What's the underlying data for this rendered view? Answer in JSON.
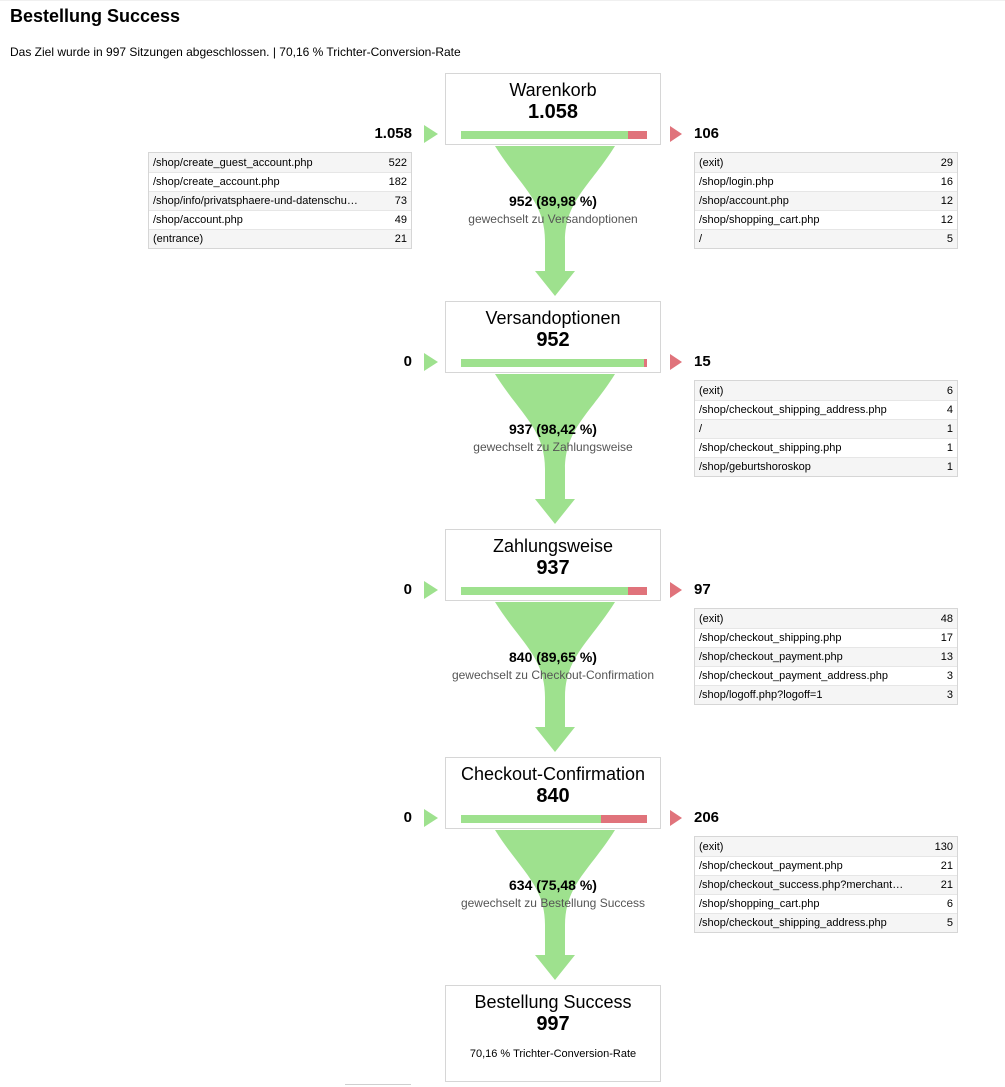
{
  "header": {
    "title": "Bestellung Success",
    "summary": "Das Ziel wurde in 997 Sitzungen abgeschlossen. | 70,16 % Trichter-Conversion-Rate"
  },
  "steps": [
    {
      "name": "Warenkorb",
      "count": "1.058",
      "entrances": "1.058",
      "exits": "106",
      "continue_fraction": 0.8998,
      "conversion": "952 (89,98 %)",
      "conversion_label": "gewechselt zu Versandoptionen",
      "entrance_sources": [
        {
          "path": "/shop/create_guest_account.php",
          "value": "522"
        },
        {
          "path": "/shop/create_account.php",
          "value": "182"
        },
        {
          "path": "/shop/info/privatsphaere-und-datenschu…",
          "value": "73"
        },
        {
          "path": "/shop/account.php",
          "value": "49"
        },
        {
          "path": "(entrance)",
          "value": "21"
        }
      ],
      "exit_destinations": [
        {
          "path": "(exit)",
          "value": "29"
        },
        {
          "path": "/shop/login.php",
          "value": "16"
        },
        {
          "path": "/shop/account.php",
          "value": "12"
        },
        {
          "path": "/shop/shopping_cart.php",
          "value": "12"
        },
        {
          "path": "/",
          "value": "5"
        }
      ]
    },
    {
      "name": "Versandoptionen",
      "count": "952",
      "entrances": "0",
      "exits": "15",
      "continue_fraction": 0.9842,
      "conversion": "937 (98,42 %)",
      "conversion_label": "gewechselt zu Zahlungsweise",
      "exit_destinations": [
        {
          "path": "(exit)",
          "value": "6"
        },
        {
          "path": "/shop/checkout_shipping_address.php",
          "value": "4"
        },
        {
          "path": "/",
          "value": "1"
        },
        {
          "path": "/shop/checkout_shipping.php",
          "value": "1"
        },
        {
          "path": "/shop/geburtshoroskop",
          "value": "1"
        }
      ]
    },
    {
      "name": "Zahlungsweise",
      "count": "937",
      "entrances": "0",
      "exits": "97",
      "continue_fraction": 0.8965,
      "conversion": "840 (89,65 %)",
      "conversion_label": "gewechselt zu Checkout-Confirmation",
      "exit_destinations": [
        {
          "path": "(exit)",
          "value": "48"
        },
        {
          "path": "/shop/checkout_shipping.php",
          "value": "17"
        },
        {
          "path": "/shop/checkout_payment.php",
          "value": "13"
        },
        {
          "path": "/shop/checkout_payment_address.php",
          "value": "3"
        },
        {
          "path": "/shop/logoff.php?logoff=1",
          "value": "3"
        }
      ]
    },
    {
      "name": "Checkout-Confirmation",
      "count": "840",
      "entrances": "0",
      "exits": "206",
      "continue_fraction": 0.7548,
      "conversion": "634 (75,48 %)",
      "conversion_label": "gewechselt zu Bestellung Success",
      "exit_destinations": [
        {
          "path": "(exit)",
          "value": "130"
        },
        {
          "path": "/shop/checkout_payment.php",
          "value": "21"
        },
        {
          "path": "/shop/checkout_success.php?merchant…",
          "value": "21"
        },
        {
          "path": "/shop/shopping_cart.php",
          "value": "6"
        },
        {
          "path": "/shop/checkout_shipping_address.php",
          "value": "5"
        }
      ]
    }
  ],
  "goal": {
    "name": "Bestellung Success",
    "count": "997",
    "rate": "70,16 % Trichter-Conversion-Rate"
  },
  "colors": {
    "continue": "#9ee18e",
    "exit": "#e0737b"
  }
}
